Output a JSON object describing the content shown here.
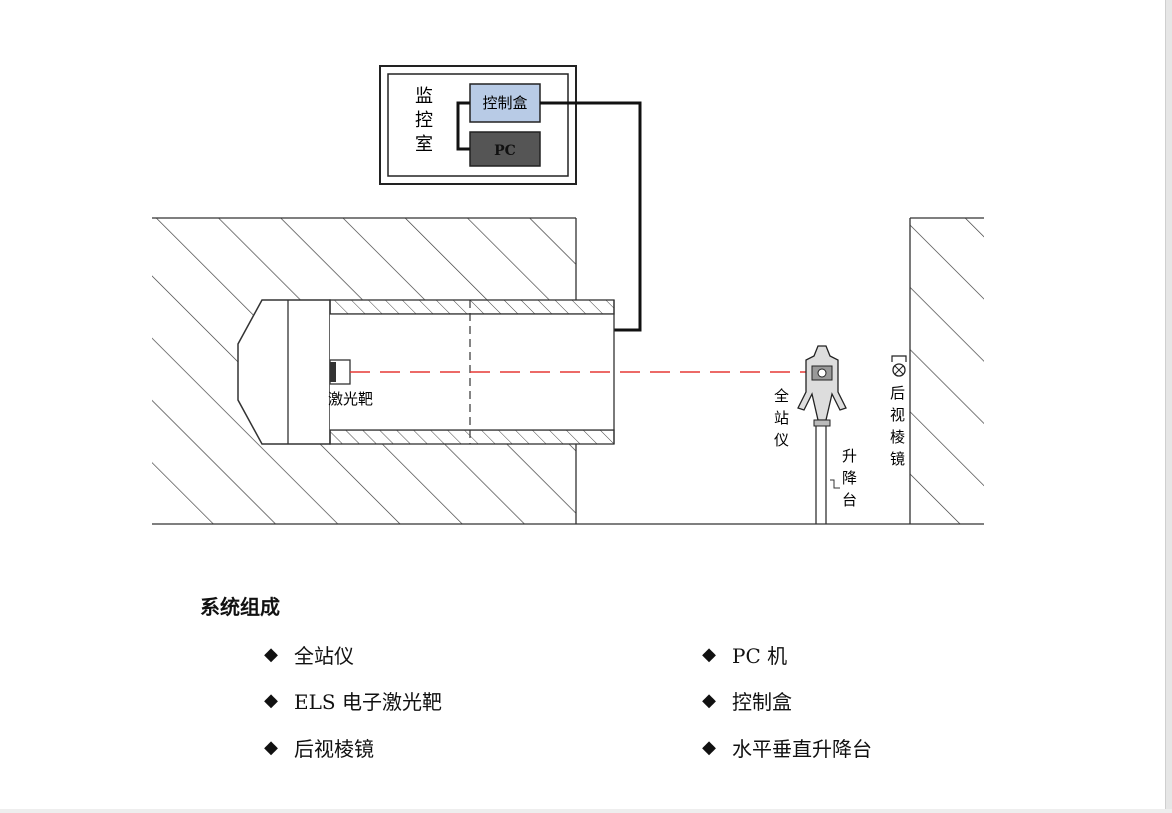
{
  "diagram": {
    "monitor_room_label": "监控室",
    "control_box_label": "控制盒",
    "pc_label": "PC",
    "laser_target_label": "激光靶",
    "total_station_label": "全站仪",
    "lift_platform_label": "升降台",
    "rear_prism_label": "后视棱镜",
    "colors": {
      "control_box_fill": "#b8cbe6",
      "pc_fill": "#555555",
      "laser_line": "#e53935",
      "line": "#222222"
    }
  },
  "legend": {
    "title": "系统组成",
    "bullet": "◆",
    "left_items": [
      "全站仪",
      "ELS 电子激光靶",
      "后视棱镜"
    ],
    "right_items": [
      "PC 机",
      "控制盒",
      "水平垂直升降台"
    ]
  }
}
